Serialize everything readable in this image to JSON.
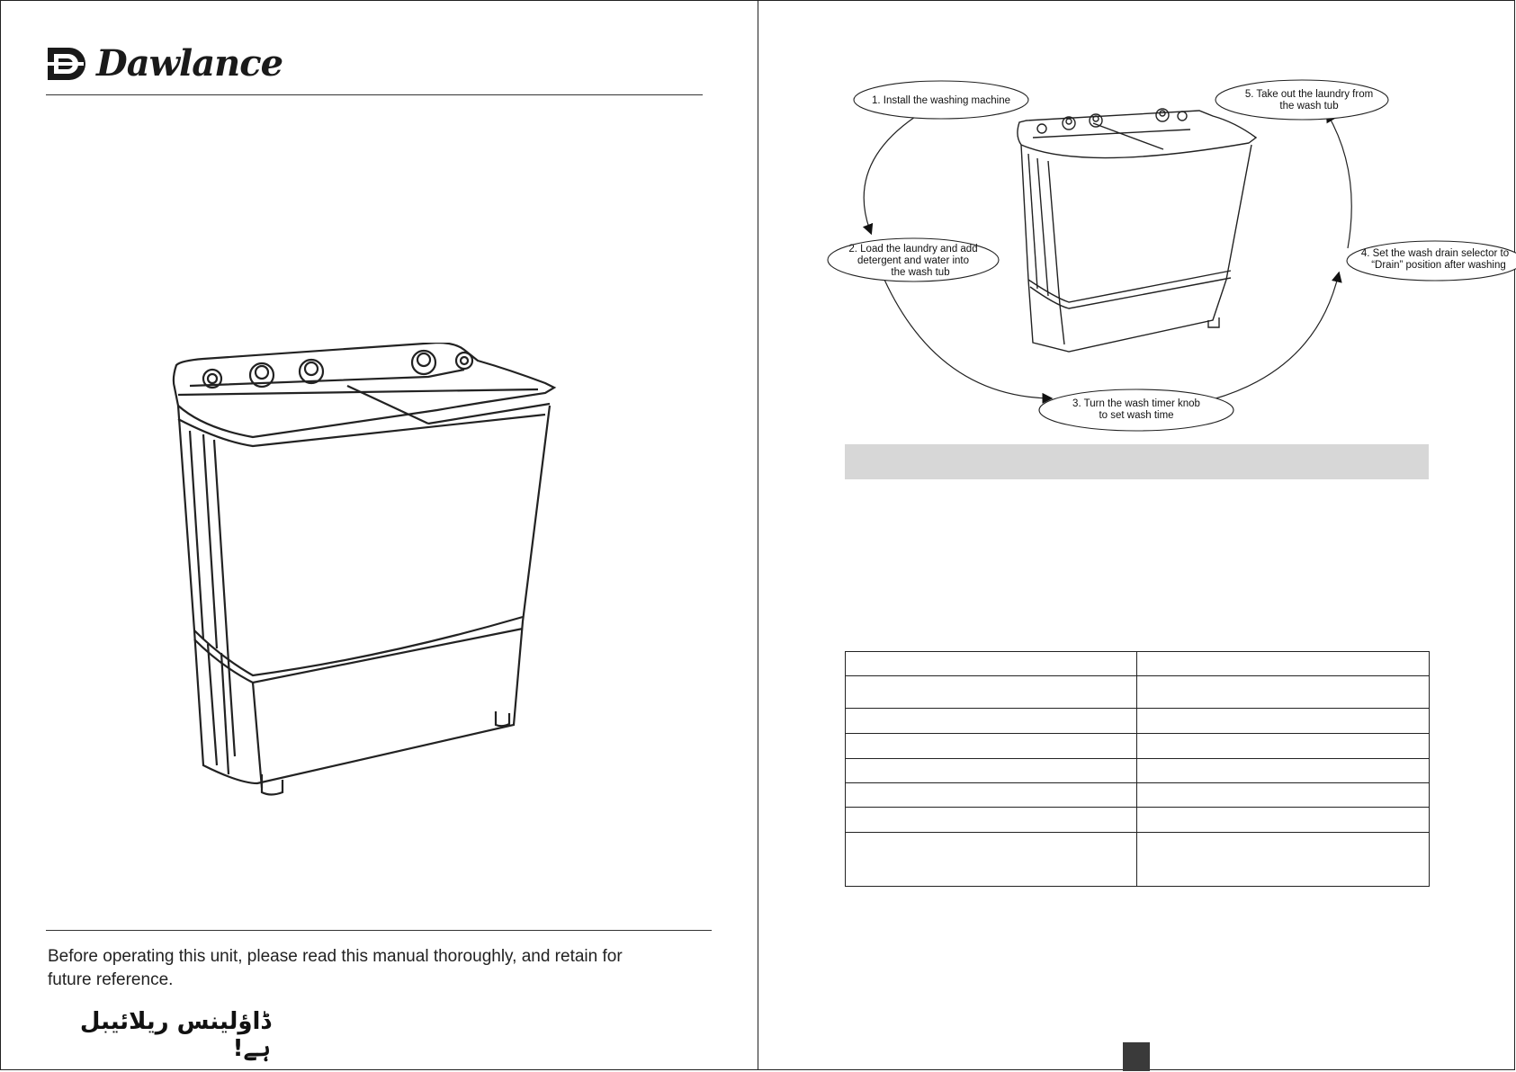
{
  "brand": {
    "name": "Dawlance"
  },
  "cover": {
    "notice_line1": "Before operating this unit, please read this manual thoroughly, and retain for",
    "notice_line2": "future reference.",
    "urdu_slogan": "ڈاؤلینس ریلائیبل ہے!"
  },
  "steps": [
    {
      "lines": [
        "1. Install the washing machine"
      ]
    },
    {
      "lines": [
        "2. Load the laundry and add",
        "detergent and water into",
        "the wash tub"
      ]
    },
    {
      "lines": [
        "3. Turn the wash timer knob",
        "to set wash time"
      ]
    },
    {
      "lines": [
        "4. Set the wash drain selector to",
        "“Drain” position after washing"
      ]
    },
    {
      "lines": [
        "5. Take out the laundry from",
        "the wash tub"
      ]
    }
  ],
  "spec_table": {
    "rows": [
      [
        "",
        ""
      ],
      [
        "",
        ""
      ],
      [
        "",
        ""
      ],
      [
        "",
        ""
      ],
      [
        "",
        ""
      ],
      [
        "",
        ""
      ],
      [
        "",
        ""
      ],
      [
        "",
        ""
      ]
    ]
  },
  "colors": {
    "ink": "#222222",
    "bar": "#d7d7d7",
    "page_tab": "#3a3a3a"
  }
}
